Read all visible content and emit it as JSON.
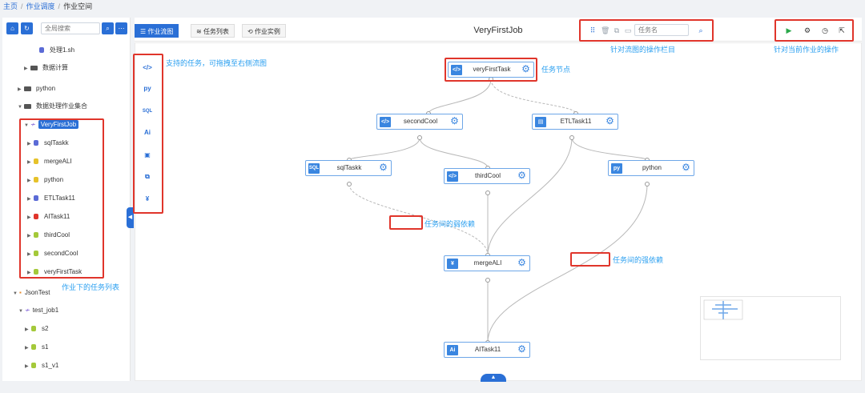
{
  "breadcrumb": {
    "home": "主页",
    "sep": "/",
    "scheduling": "作业调度",
    "workspace": "作业空间"
  },
  "left_panel": {
    "search_placeholder": "全局搜索",
    "tree": [
      {
        "label": "处理1.sh"
      },
      {
        "label": "数据计算"
      },
      {
        "label": "python"
      },
      {
        "label": "数据处理作业集合"
      },
      {
        "label": "VeryFirstJob"
      },
      {
        "label": "sqlTaskk"
      },
      {
        "label": "mergeALI"
      },
      {
        "label": "python"
      },
      {
        "label": "ETLTask11"
      },
      {
        "label": "AITask11"
      },
      {
        "label": "thirdCool"
      },
      {
        "label": "secondCool"
      },
      {
        "label": "veryFirstTask"
      },
      {
        "label": "JsonTest"
      },
      {
        "label": "test_job1"
      },
      {
        "label": "s2"
      },
      {
        "label": "s1"
      },
      {
        "label": "s1_v1"
      }
    ]
  },
  "tabs": [
    {
      "label": "作业流图"
    },
    {
      "label": "任务列表"
    },
    {
      "label": "作业实例"
    }
  ],
  "job_title": "VeryFirstJob",
  "node_search_placeholder": "任务名",
  "palette": [
    "</>",
    "py",
    "SQL",
    "Ai",
    "▣",
    "⧉",
    "¥"
  ],
  "nodes": [
    {
      "label": "veryFirstTask",
      "icon": "</>"
    },
    {
      "label": "secondCool",
      "icon": "</>"
    },
    {
      "label": "ETLTask11",
      "icon": "▤"
    },
    {
      "label": "sqlTaskk",
      "icon": "SQL"
    },
    {
      "label": "thirdCool",
      "icon": "</>"
    },
    {
      "label": "python",
      "icon": "py"
    },
    {
      "label": "mergeALI",
      "icon": "¥"
    },
    {
      "label": "AITask11",
      "icon": "Ai"
    }
  ],
  "annotations": {
    "palette": "支持的任务，可拖拽至右侧流图",
    "task_node": "任务节点",
    "toolbar": "针对流图的操作栏目",
    "job_actions": "针对当前作业的操作",
    "weak_dep": "任务间的弱依赖",
    "strong_dep": "任务间的强依赖",
    "task_list": "作业下的任务列表"
  },
  "colors": {
    "accent": "#2a6fd6",
    "annotation": "#2a9ff0",
    "highlight": "#e0352b"
  }
}
